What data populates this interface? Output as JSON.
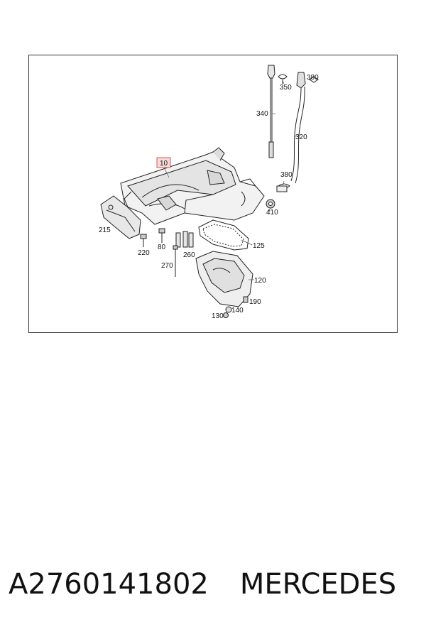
{
  "diagram": {
    "callouts": {
      "p10": "10",
      "p120": "120",
      "p125": "125",
      "p130": "130",
      "p140": "140",
      "p190": "190",
      "p215": "215",
      "p220": "220",
      "p80": "80",
      "p260": "260",
      "p270": "270",
      "p320": "320",
      "p340": "340",
      "p350": "350",
      "p380a": "380",
      "p380b": "380",
      "p410": "410"
    },
    "highlight_color": "#d9534f"
  },
  "caption": {
    "part_number": "A2760141802",
    "brand": "MERCEDES"
  }
}
